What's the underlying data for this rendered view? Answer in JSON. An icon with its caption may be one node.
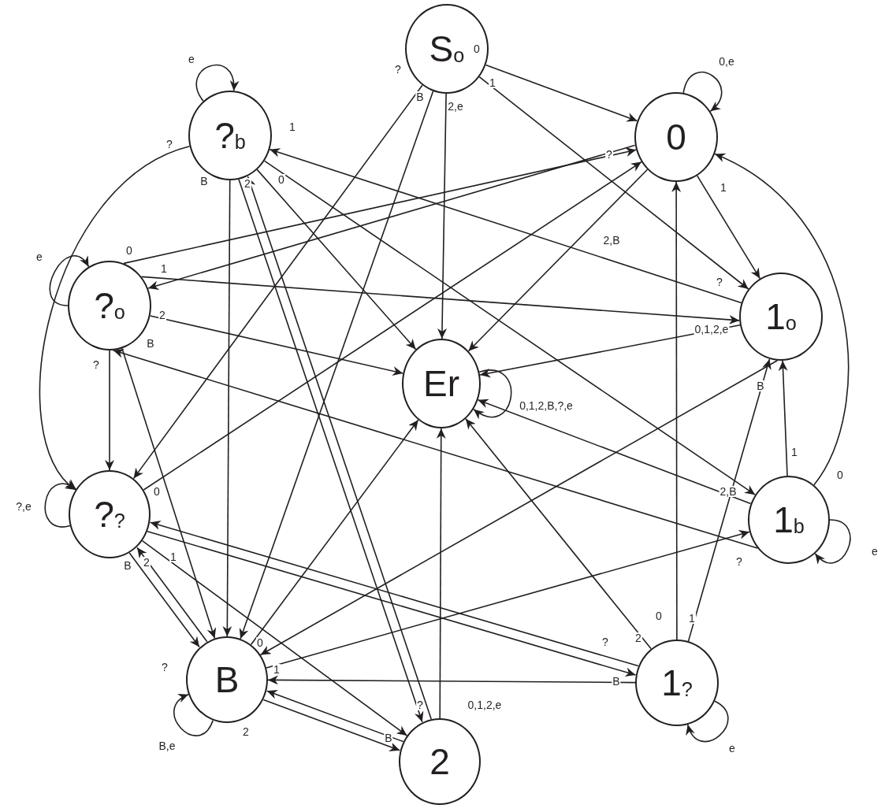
{
  "diagram": {
    "nodes": [
      {
        "text": [
          "S$_{o}$"
        ]
      },
      {
        "text": [
          "?$_{b}$"
        ]
      },
      {
        "text": [
          "0"
        ]
      },
      {
        "text": [
          "?$_{o}$"
        ]
      },
      {
        "text": [
          "1$_{o}$"
        ]
      },
      {
        "text": [
          "Er"
        ]
      },
      {
        "text": [
          "?$_{?}$"
        ]
      },
      {
        "text": [
          "1$_{b}$"
        ]
      },
      {
        "text": [
          "B"
        ]
      },
      {
        "text": [
          "1$_{?}$"
        ]
      },
      {
        "text": [
          "2"
        ]
      }
    ],
    "edges": [
      {
        "from": 0,
        "to": 2,
        "arrow": "to",
        "label": "0"
      },
      {
        "from": 0,
        "to": 4,
        "arrow": "to",
        "label": "1"
      },
      {
        "from": 0,
        "to": 5,
        "arrow": "to",
        "label": "2,e"
      },
      {
        "from": 0,
        "to": 8,
        "arrow": "to",
        "label": "B"
      },
      {
        "from": 0,
        "to": 6,
        "arrow": "to",
        "label": "?"
      },
      {
        "from": 1,
        "to": 1,
        "arrow": "to",
        "label": "e"
      },
      {
        "from": 1,
        "to": 6,
        "arrow": "to",
        "label": "?"
      },
      {
        "from": 1,
        "to": 7,
        "arrow": "to",
        "label": "1"
      },
      {
        "from": 1,
        "to": 8,
        "arrow": "to",
        "label": "B"
      },
      {
        "from": 1,
        "to": 10,
        "arrow": "to",
        "label": "2"
      },
      {
        "from": 1,
        "to": 5,
        "arrow": "to",
        "label": "0"
      },
      {
        "from": 2,
        "to": 2,
        "arrow": "to",
        "label": "0,e"
      },
      {
        "from": 2,
        "to": 4,
        "arrow": "to",
        "label": "1"
      },
      {
        "from": 2,
        "to": 5,
        "arrow": "to",
        "label": "2,B"
      },
      {
        "from": 2,
        "to": 3,
        "arrow": "to",
        "label": "?"
      },
      {
        "from": 3,
        "to": 3,
        "arrow": "to",
        "label": "e"
      },
      {
        "from": 3,
        "to": 2,
        "arrow": "to",
        "label": "0"
      },
      {
        "from": 3,
        "to": 4,
        "arrow": "to",
        "label": "1"
      },
      {
        "from": 3,
        "to": 5,
        "arrow": "to",
        "label": "2"
      },
      {
        "from": 3,
        "to": 8,
        "arrow": "to",
        "label": "B"
      },
      {
        "from": 3,
        "to": 6,
        "arrow": "to",
        "label": "?"
      },
      {
        "from": 4,
        "to": 1,
        "arrow": "to",
        "label": "?"
      },
      {
        "from": 4,
        "to": 5,
        "arrow": "to",
        "label": "0,1,2,e"
      },
      {
        "from": 4,
        "to": 8,
        "arrow": "to",
        "label": "B"
      },
      {
        "from": 5,
        "to": 5,
        "arrow": "to",
        "label": "0,1,2,B,?,e"
      },
      {
        "from": 6,
        "to": 6,
        "arrow": "to",
        "label": "?,e"
      },
      {
        "from": 6,
        "to": 2,
        "arrow": "to",
        "label": "0"
      },
      {
        "from": 6,
        "to": 8,
        "arrow": "to",
        "label": "B"
      },
      {
        "from": 6,
        "to": 10,
        "arrow": "to",
        "label": "2"
      },
      {
        "from": 6,
        "to": 9,
        "arrow": "to",
        "label": "1"
      },
      {
        "from": 7,
        "to": 7,
        "arrow": "to",
        "label": "e"
      },
      {
        "from": 7,
        "to": 4,
        "arrow": "to",
        "label": "1"
      },
      {
        "from": 7,
        "to": 2,
        "arrow": "to",
        "label": "0"
      },
      {
        "from": 7,
        "to": 5,
        "arrow": "to",
        "label": "2,B"
      },
      {
        "from": 7,
        "to": 3,
        "arrow": "to",
        "label": "?"
      },
      {
        "from": 9,
        "to": 9,
        "arrow": "to",
        "label": "e"
      },
      {
        "from": 9,
        "to": 2,
        "arrow": "to",
        "label": "0"
      },
      {
        "from": 9,
        "to": 4,
        "arrow": "to",
        "label": "1"
      },
      {
        "from": 9,
        "to": 5,
        "arrow": "to",
        "label": "2"
      },
      {
        "from": 9,
        "to": 6,
        "arrow": "to",
        "label": "?"
      },
      {
        "from": 9,
        "to": 8,
        "arrow": "to",
        "label": "B"
      },
      {
        "from": 8,
        "to": 8,
        "arrow": "to",
        "label": "B,e"
      },
      {
        "from": 8,
        "to": 6,
        "arrow": "to",
        "label": "?"
      },
      {
        "from": 8,
        "to": 5,
        "arrow": "to",
        "label": "0"
      },
      {
        "from": 8,
        "to": 7,
        "arrow": "to",
        "label": "1"
      },
      {
        "from": 8,
        "to": 10,
        "arrow": "to",
        "label": "2"
      },
      {
        "from": 10,
        "to": 5,
        "arrow": "to",
        "label": "0,1,2,e"
      },
      {
        "from": 10,
        "to": 1,
        "arrow": "to",
        "label": "?"
      },
      {
        "from": 10,
        "to": 8,
        "arrow": "to",
        "label": "B"
      }
    ]
  }
}
